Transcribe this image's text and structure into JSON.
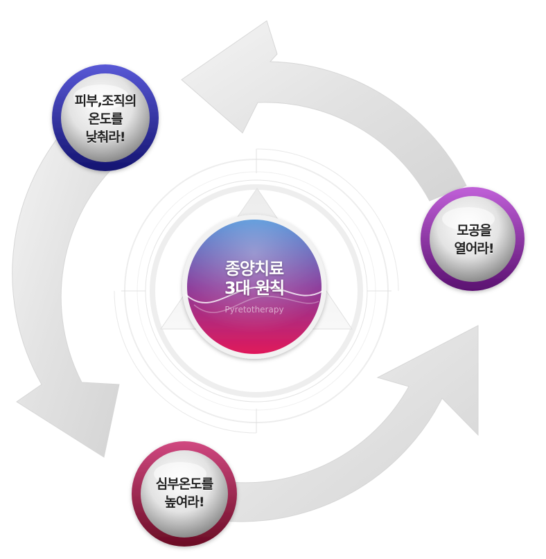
{
  "center": {
    "title_lines": [
      "종양치료",
      "3대 원칙"
    ],
    "subtitle": "Pyretotherapy"
  },
  "nodes": [
    {
      "id": "skin",
      "lines": [
        "피부,조직의",
        "온도를",
        "낮춰라!"
      ],
      "ring_color": "#2a2a9a"
    },
    {
      "id": "pores",
      "lines": [
        "모공을",
        "열어라!"
      ],
      "ring_color": "#8a2a9a"
    },
    {
      "id": "core",
      "lines": [
        "심부온도를",
        "높여라!"
      ],
      "ring_color": "#9a1a4a"
    }
  ],
  "colors": {
    "center_top": "#3d7fd0",
    "center_bottom": "#e0185a",
    "arrow": "#e6e6e6"
  }
}
